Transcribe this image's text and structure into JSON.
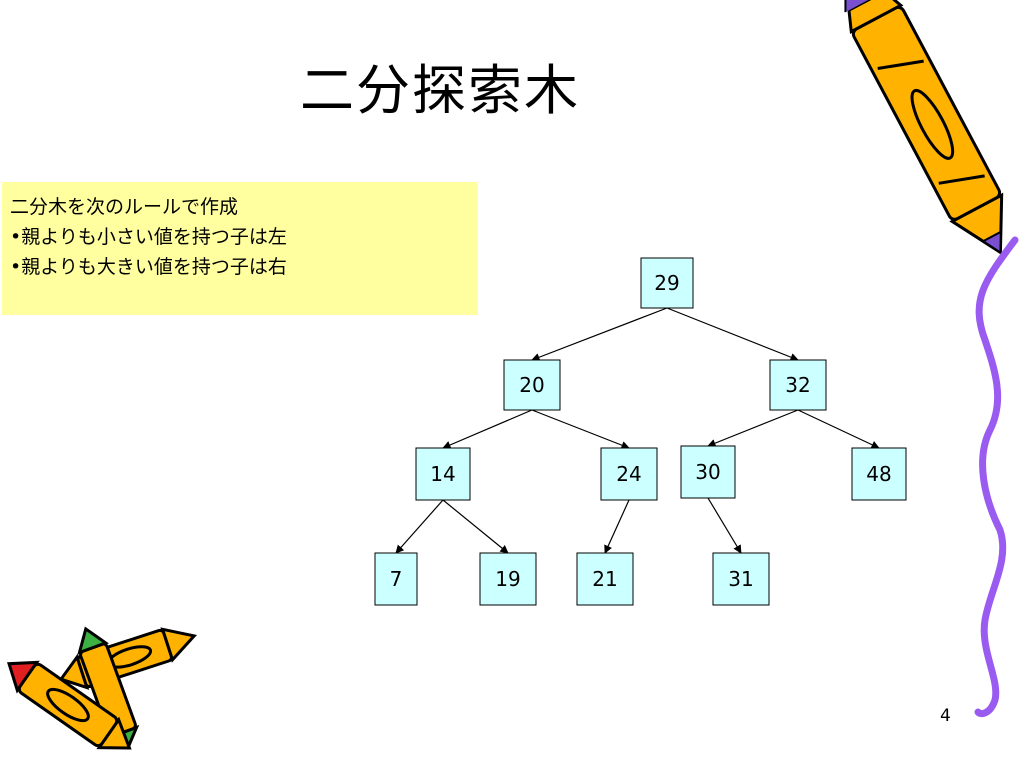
{
  "slide": {
    "title": "二分探索木",
    "page_number": "4",
    "note_lines": [
      "二分木を次のルールで作成",
      "•親よりも小さい値を持つ子は左",
      "•親よりも大きい値を持つ子は右"
    ]
  },
  "tree": {
    "nodes": [
      {
        "id": "n29",
        "value": "29"
      },
      {
        "id": "n20",
        "value": "20"
      },
      {
        "id": "n32",
        "value": "32"
      },
      {
        "id": "n14",
        "value": "14"
      },
      {
        "id": "n24",
        "value": "24"
      },
      {
        "id": "n30",
        "value": "30"
      },
      {
        "id": "n48",
        "value": "48"
      },
      {
        "id": "n7",
        "value": "7"
      },
      {
        "id": "n19",
        "value": "19"
      },
      {
        "id": "n21",
        "value": "21"
      },
      {
        "id": "n31",
        "value": "31"
      }
    ],
    "edges": [
      [
        "n29",
        "n20"
      ],
      [
        "n29",
        "n32"
      ],
      [
        "n20",
        "n14"
      ],
      [
        "n20",
        "n24"
      ],
      [
        "n32",
        "n30"
      ],
      [
        "n32",
        "n48"
      ],
      [
        "n14",
        "n7"
      ],
      [
        "n14",
        "n19"
      ],
      [
        "n24",
        "n21"
      ],
      [
        "n30",
        "n31"
      ]
    ]
  },
  "colors": {
    "node_fill": "#ccffff",
    "note_fill": "#ffff9f",
    "crayon_body": "#ffb300",
    "crayon_outline": "#000000",
    "squiggle": "#9a5cf0"
  },
  "icons": [
    "crayon-icon",
    "crayons-pair-icon",
    "squiggle-line"
  ]
}
